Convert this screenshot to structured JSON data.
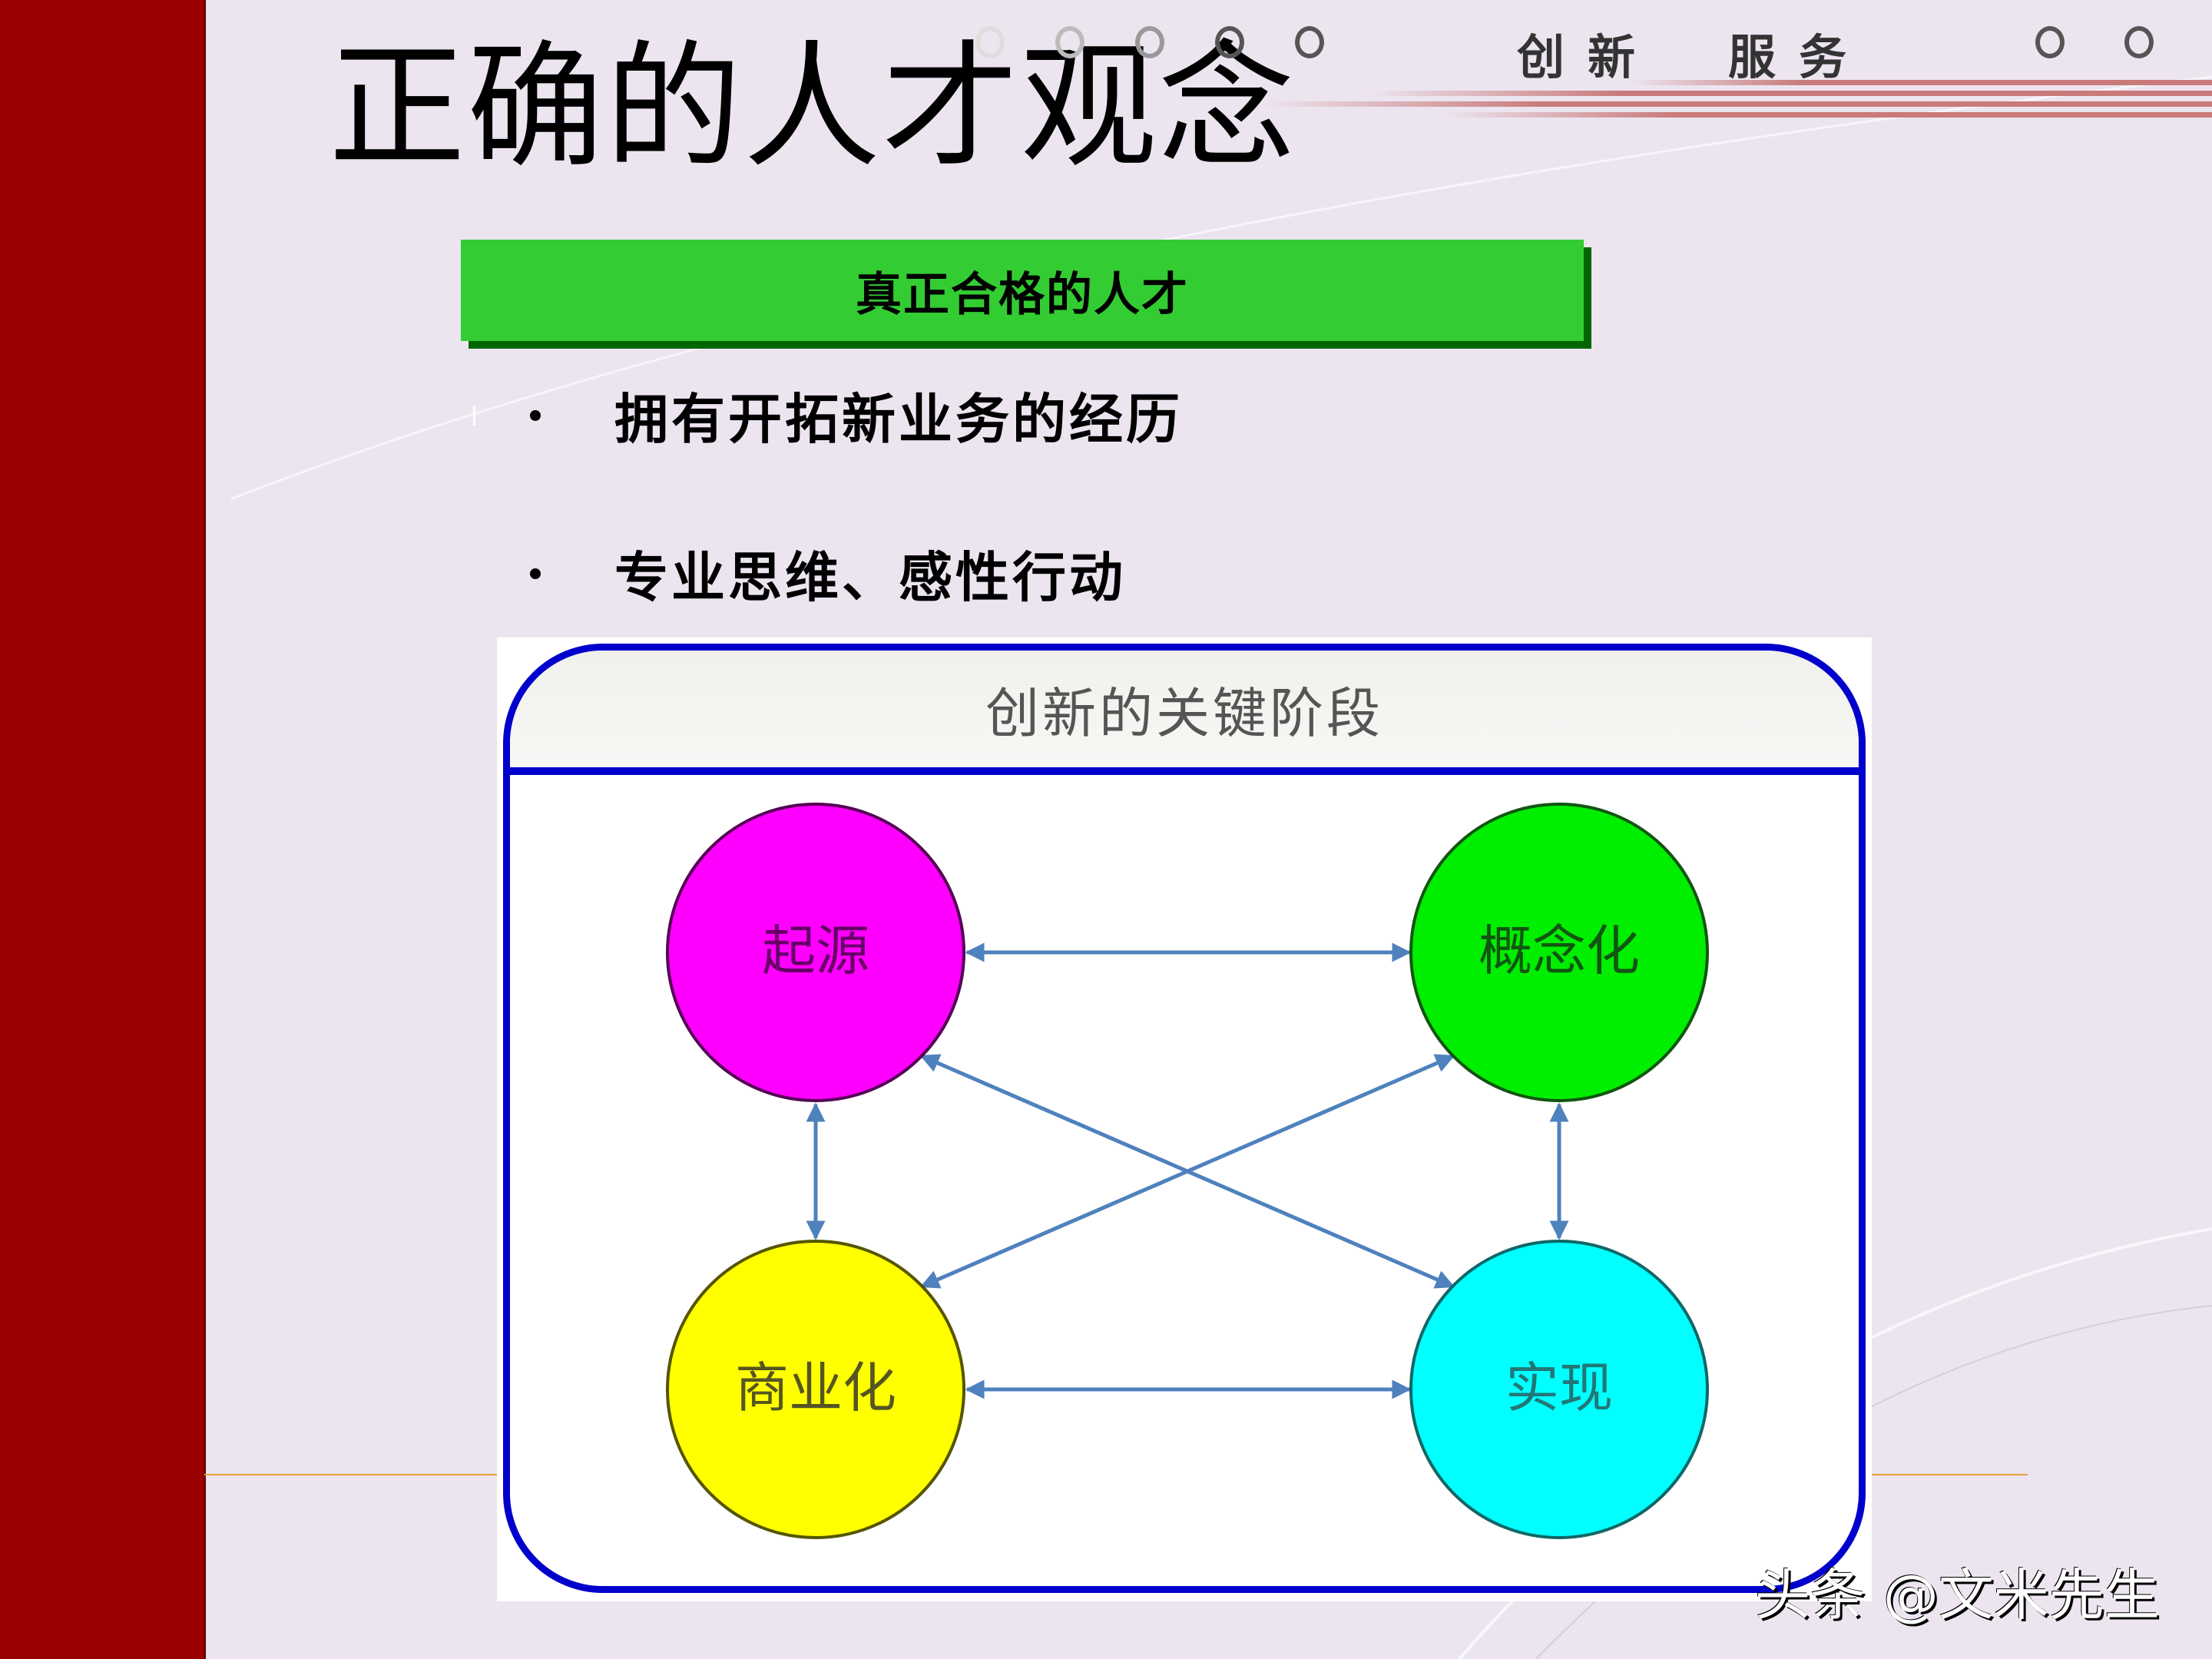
{
  "slide": {
    "title": "正确的人才观念",
    "header_brand": {
      "left": "创新",
      "right": "服务"
    },
    "section_box": {
      "label": "真正合格的人才",
      "color": "#33cc33",
      "shadow_color": "#006600"
    },
    "bullets": [
      {
        "text": "拥有开拓新业务的经历"
      },
      {
        "text": "专业思维、感性行动"
      }
    ],
    "accent_bar_color": "#990000"
  },
  "diagram": {
    "title": "创新的关键阶段",
    "frame_color": "#0000cc",
    "arrow_color": "#4f81bd",
    "nodes": [
      {
        "id": "origin",
        "label": "起源",
        "color": "#ff00ff",
        "position": "top-left"
      },
      {
        "id": "conceptualization",
        "label": "概念化",
        "color": "#00ff00",
        "position": "top-right"
      },
      {
        "id": "commercialization",
        "label": "商业化",
        "color": "#ffff00",
        "position": "bottom-left"
      },
      {
        "id": "realization",
        "label": "实现",
        "color": "#00ffff",
        "position": "bottom-right"
      }
    ],
    "edges": [
      {
        "from": "origin",
        "to": "conceptualization",
        "type": "bidirectional"
      },
      {
        "from": "origin",
        "to": "commercialization",
        "type": "bidirectional"
      },
      {
        "from": "conceptualization",
        "to": "realization",
        "type": "bidirectional"
      },
      {
        "from": "commercialization",
        "to": "realization",
        "type": "bidirectional"
      },
      {
        "from": "origin",
        "to": "realization",
        "type": "bidirectional"
      },
      {
        "from": "conceptualization",
        "to": "commercialization",
        "type": "bidirectional"
      }
    ]
  },
  "watermark": "头条 @文米先生"
}
